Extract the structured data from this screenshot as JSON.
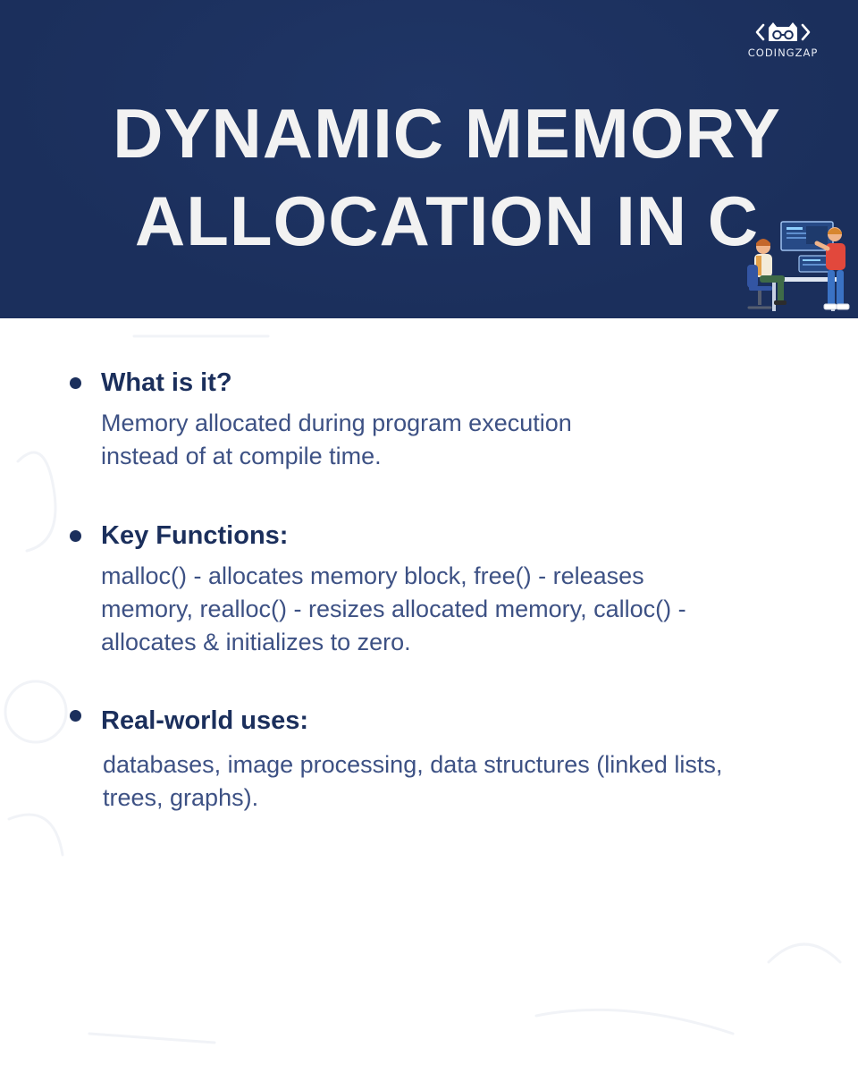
{
  "brand": {
    "name": "CODINGZAP",
    "logo_icon": "codingzap-cat-icon"
  },
  "title": {
    "line1": "DYNAMIC MEMORY",
    "line2": "ALLOCATION IN C"
  },
  "colors": {
    "header_bg": "#1b2f5c",
    "title_text": "#f2f2f2",
    "heading_text": "#1b2f5c",
    "body_text": "#3d5184",
    "page_bg": "#ffffff"
  },
  "items": [
    {
      "heading": "What is it?",
      "lines": [
        "Memory allocated during program execution",
        "instead of at compile time."
      ]
    },
    {
      "heading": "Key Functions:",
      "lines": [
        "malloc() - allocates memory block, free() - releases",
        "memory, realloc() - resizes allocated memory, calloc() -",
        "allocates & initializes to zero."
      ]
    },
    {
      "heading": "Real-world uses:",
      "lines": [
        "databases, image processing, data structures (linked lists,",
        "trees, graphs)."
      ]
    }
  ]
}
